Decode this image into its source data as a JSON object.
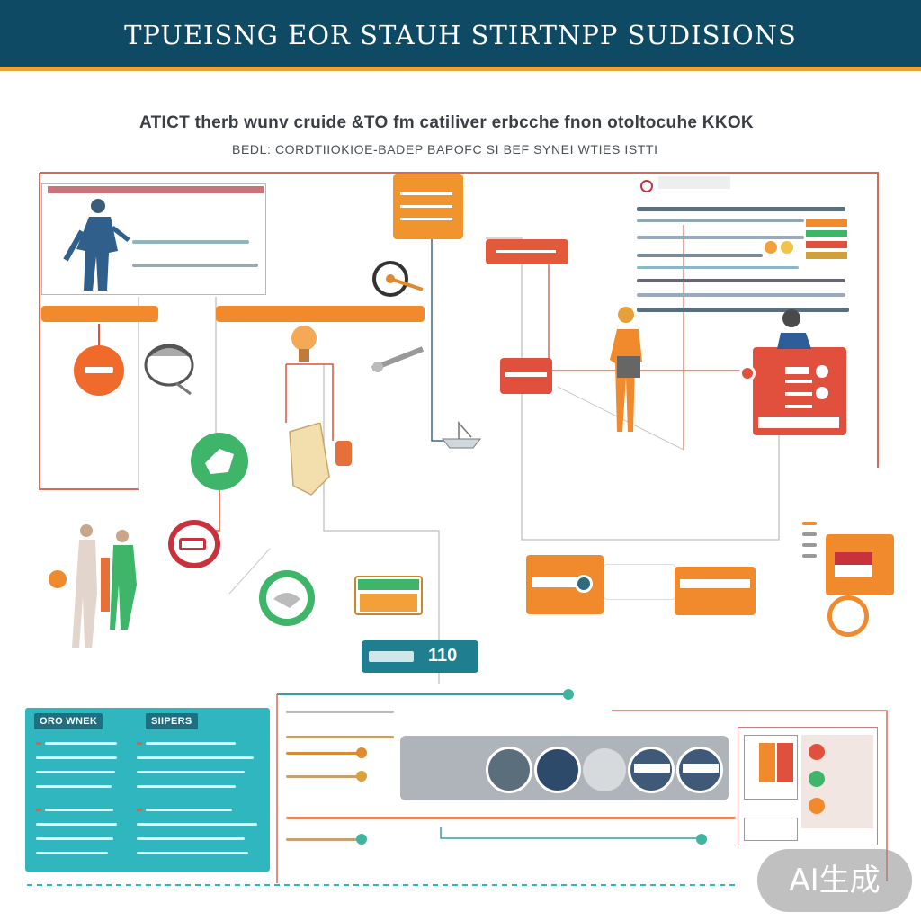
{
  "header": {
    "title": "TPUEISNG EOR STAUH  STIRTNPP SUDISIONS"
  },
  "subtitle": {
    "line1": "ATICT therb wunv  cruide &TO fm catiliver  erbcche fnon  otoltocuhe  KKOK",
    "line2": "BEDL: CORDTIIOKIOE-BADEP  BAPOFC SI  BEF SYNEI WTIES ISTTI"
  },
  "badges": {
    "b1": "",
    "tag_label": "110"
  },
  "bottom_panel": {
    "label_left": "ORO WNEK",
    "label_right": "SIIPERS"
  },
  "colors": {
    "header": "#0e4a63",
    "accent_gold": "#e8a23a",
    "orange": "#f08a2c",
    "red": "#e0503c",
    "green": "#3fb56a",
    "teal": "#2fb6bf",
    "navy": "#2e4a6a"
  },
  "icons": [
    "person-figure-icon",
    "camera-icon",
    "lightbulb-icon",
    "monitor-icon",
    "chart-icon"
  ],
  "watermark": "AI生成"
}
